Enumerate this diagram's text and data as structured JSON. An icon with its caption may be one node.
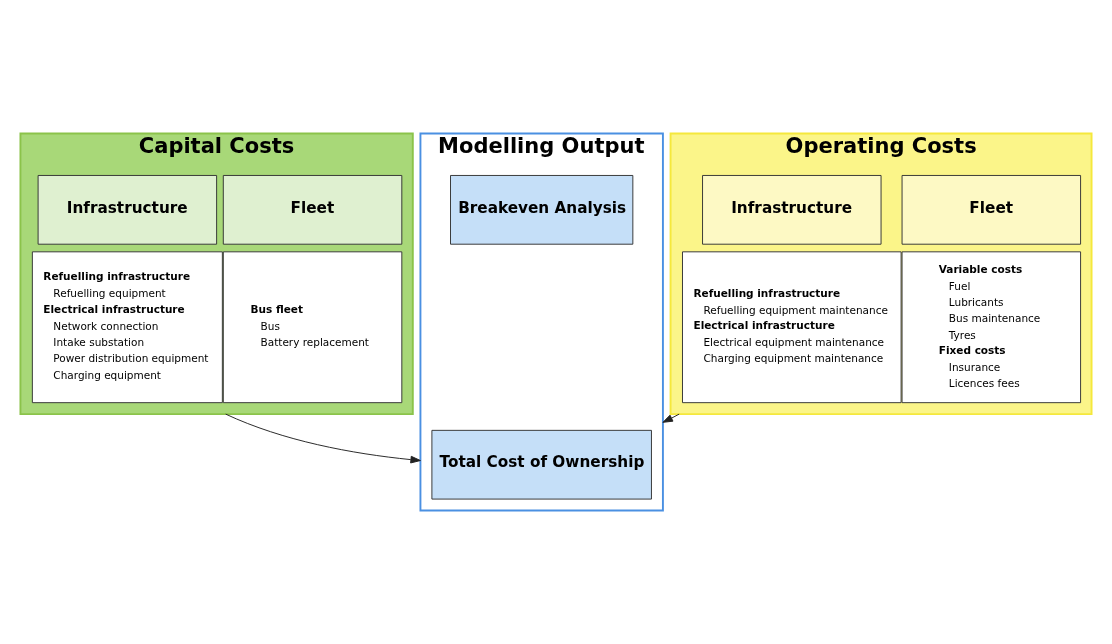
{
  "diagram": {
    "nodes": [
      {
        "text": [
          "Capital Costs"
        ]
      },
      {
        "text": [
          "Fleet"
        ],
        "in": 0
      },
      {
        "text": [
          "Bus fleet",
          "Bus",
          "Battery replacement"
        ],
        "in": 0
      },
      {
        "text": [
          "Infrastructure"
        ],
        "in": 0
      },
      {
        "text": [
          "Refuelling infrastructure",
          "Refuelling equipment",
          "Electrical infrastructure",
          "Network connection",
          "Intake substation",
          "Power distribution equipment",
          "Charging equipment"
        ],
        "in": 0
      },
      {
        "text": [
          "Operating Costs"
        ]
      },
      {
        "text": [
          "Fleet"
        ],
        "in": 5
      },
      {
        "text": [
          "Variable costs",
          "Fuel",
          "Lubricants",
          "Bus maintenance",
          "Tyres",
          "Fixed costs",
          "Insurance",
          "Licences fees"
        ],
        "in": 5
      },
      {
        "text": [
          "Infrastructure"
        ],
        "in": 5
      },
      {
        "text": [
          "Refuelling infrastructure",
          "Refuelling equipment maintenance",
          "Electrical infrastructure",
          "Electrical equipment maintenance",
          "Charging equipment maintenance"
        ],
        "in": 5
      },
      {
        "text": [
          "Modelling Output"
        ]
      },
      {
        "text": [
          "Total Cost of Ownership"
        ],
        "in": 10
      },
      {
        "text": [
          "Breakeven Analysis"
        ],
        "in": 10
      }
    ],
    "edges": [
      {
        "from": 0,
        "to": 10,
        "arrow": "to"
      },
      {
        "from": 5,
        "to": 10,
        "arrow": "to"
      }
    ]
  }
}
